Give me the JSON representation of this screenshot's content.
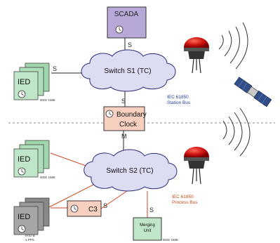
{
  "scada": {
    "label": "SCADA"
  },
  "switch1": {
    "label": "Switch S1 (TC)"
  },
  "switch2": {
    "label": "Switch S2 (TC)"
  },
  "boundary": {
    "line1": "Boundary",
    "line2": "Clock"
  },
  "ied": {
    "label": "IED"
  },
  "c3": {
    "label": "C3"
  },
  "merging": {
    "line1": "Merging",
    "line2": "Unit"
  },
  "ports": {
    "s": "S",
    "m": "M"
  },
  "notes": {
    "ieee1588": "IEEE 1588",
    "irigb": "IRIG-B",
    "pps": "1 PPS",
    "station_line1": "IEC 61850",
    "station_line2": "Station Bus",
    "process_line1": "IEC 61850",
    "process_line2": "Process Bus"
  },
  "colors": {
    "scada_fill": "#b8a8d8",
    "cloud_fill": "#dcdcf2",
    "cloud_stroke": "#2a2a7a",
    "green_fill": "#bfe6c8",
    "salmon_fill": "#f8d0c0",
    "gray_fill": "#a6a6a6",
    "station_bus_text": "#1e3fa0",
    "process_bus_text": "#d0481e",
    "process_line": "#d0481e",
    "dome_red": "#cc1111"
  }
}
